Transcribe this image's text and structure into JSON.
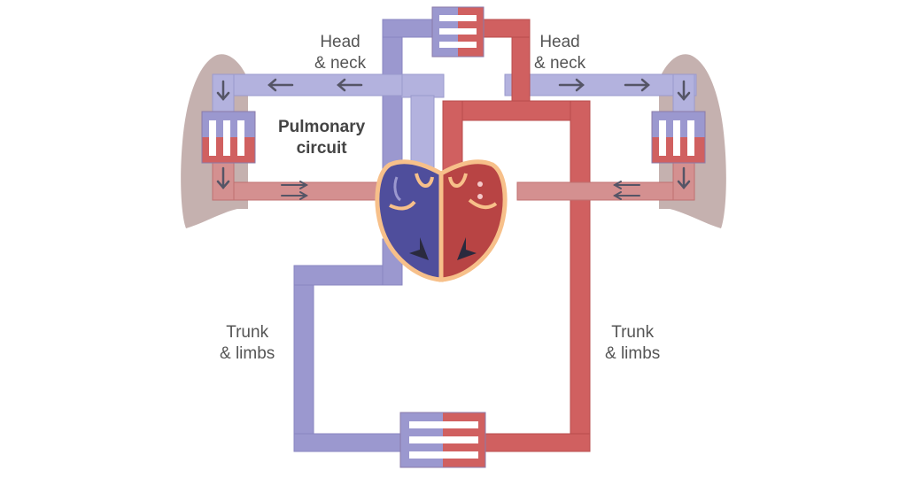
{
  "labels": {
    "head_neck_left": [
      "Head",
      "& neck"
    ],
    "head_neck_right": [
      "Head",
      "& neck"
    ],
    "pulmonary_circuit": [
      "Pulmonary",
      "circuit"
    ],
    "trunk_limbs_left": [
      "Trunk",
      "& limbs"
    ],
    "trunk_limbs_right": [
      "Trunk",
      "& limbs"
    ]
  },
  "colors": {
    "deoxygenated": "#9b98cf",
    "deoxygenated_dark": "#4f4e9c",
    "oxygenated": "#d06060",
    "oxygenated_dark": "#b84444",
    "pulmonary_artery": "#b3b2de",
    "heart_outline": "#f7c08a",
    "lung": "#bfa8a6",
    "arrow": "#555566"
  }
}
